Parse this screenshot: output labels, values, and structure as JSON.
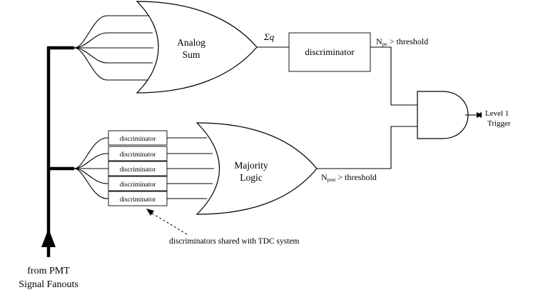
{
  "analog_sum": {
    "line1": "Analog",
    "line2": "Sum"
  },
  "sum_q_label": "Σq",
  "discriminator_label": "discriminator",
  "npe_label": {
    "base": "N",
    "sub": "pe",
    "rest": " > threshold"
  },
  "level1": {
    "line1": "Level 1",
    "line2": "Trigger"
  },
  "majority_logic": {
    "line1": "Majority",
    "line2": "Logic"
  },
  "npmt_label": {
    "base": "N",
    "sub": "pmt",
    "rest": " > threshold"
  },
  "small_discriminators": [
    "discriminator",
    "discriminator",
    "discriminator",
    "discriminator",
    "discriminator"
  ],
  "shared_note": "discriminators shared with TDC system",
  "source": {
    "line1": "from PMT",
    "line2": "Signal Fanouts"
  }
}
